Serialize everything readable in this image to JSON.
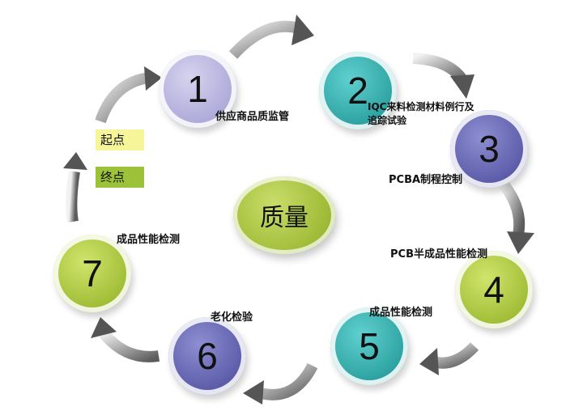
{
  "center": {
    "label": "质量"
  },
  "steps": [
    {
      "number": "1",
      "label": "供应商品质监管"
    },
    {
      "number": "2",
      "label": "IQC来料检测材料例行及追踪试验"
    },
    {
      "number": "3",
      "label": "PCBA制程控制"
    },
    {
      "number": "4",
      "label": "PCB半成品性能检测"
    },
    {
      "number": "5",
      "label": "成品性能检测"
    },
    {
      "number": "6",
      "label": "老化检验"
    },
    {
      "number": "7",
      "label": "成品性能检测"
    }
  ],
  "tags": {
    "start": "起点",
    "end": "终点"
  },
  "colors": {
    "lavender": "#a9a4d6",
    "teal": "#2aa6a6",
    "indigo": "#5a5aa8",
    "olive": "#a6c23a",
    "start_tag": "#f6f59a",
    "end_tag": "#9cc23a",
    "arrow": "#777777"
  }
}
